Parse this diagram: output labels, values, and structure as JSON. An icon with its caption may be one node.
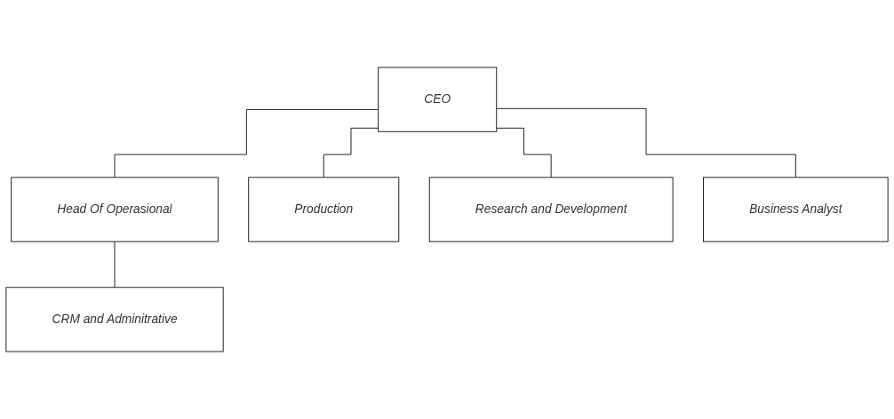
{
  "diagram": {
    "nodes": [
      {
        "text": [
          "CEO"
        ]
      },
      {
        "text": [
          "Head Of Operasional"
        ]
      },
      {
        "text": [
          "Production"
        ]
      },
      {
        "text": [
          "Research and Development"
        ]
      },
      {
        "text": [
          "Business Analyst"
        ]
      },
      {
        "text": [
          "CRM and Adminitrative"
        ]
      }
    ],
    "edges": [
      {
        "from": 0,
        "to": 1,
        "arrow": "none"
      },
      {
        "from": 0,
        "to": 2,
        "arrow": "none"
      },
      {
        "from": 0,
        "to": 3,
        "arrow": "none"
      },
      {
        "from": 0,
        "to": 4,
        "arrow": "none"
      },
      {
        "from": 1,
        "to": 5,
        "arrow": "none"
      }
    ]
  }
}
